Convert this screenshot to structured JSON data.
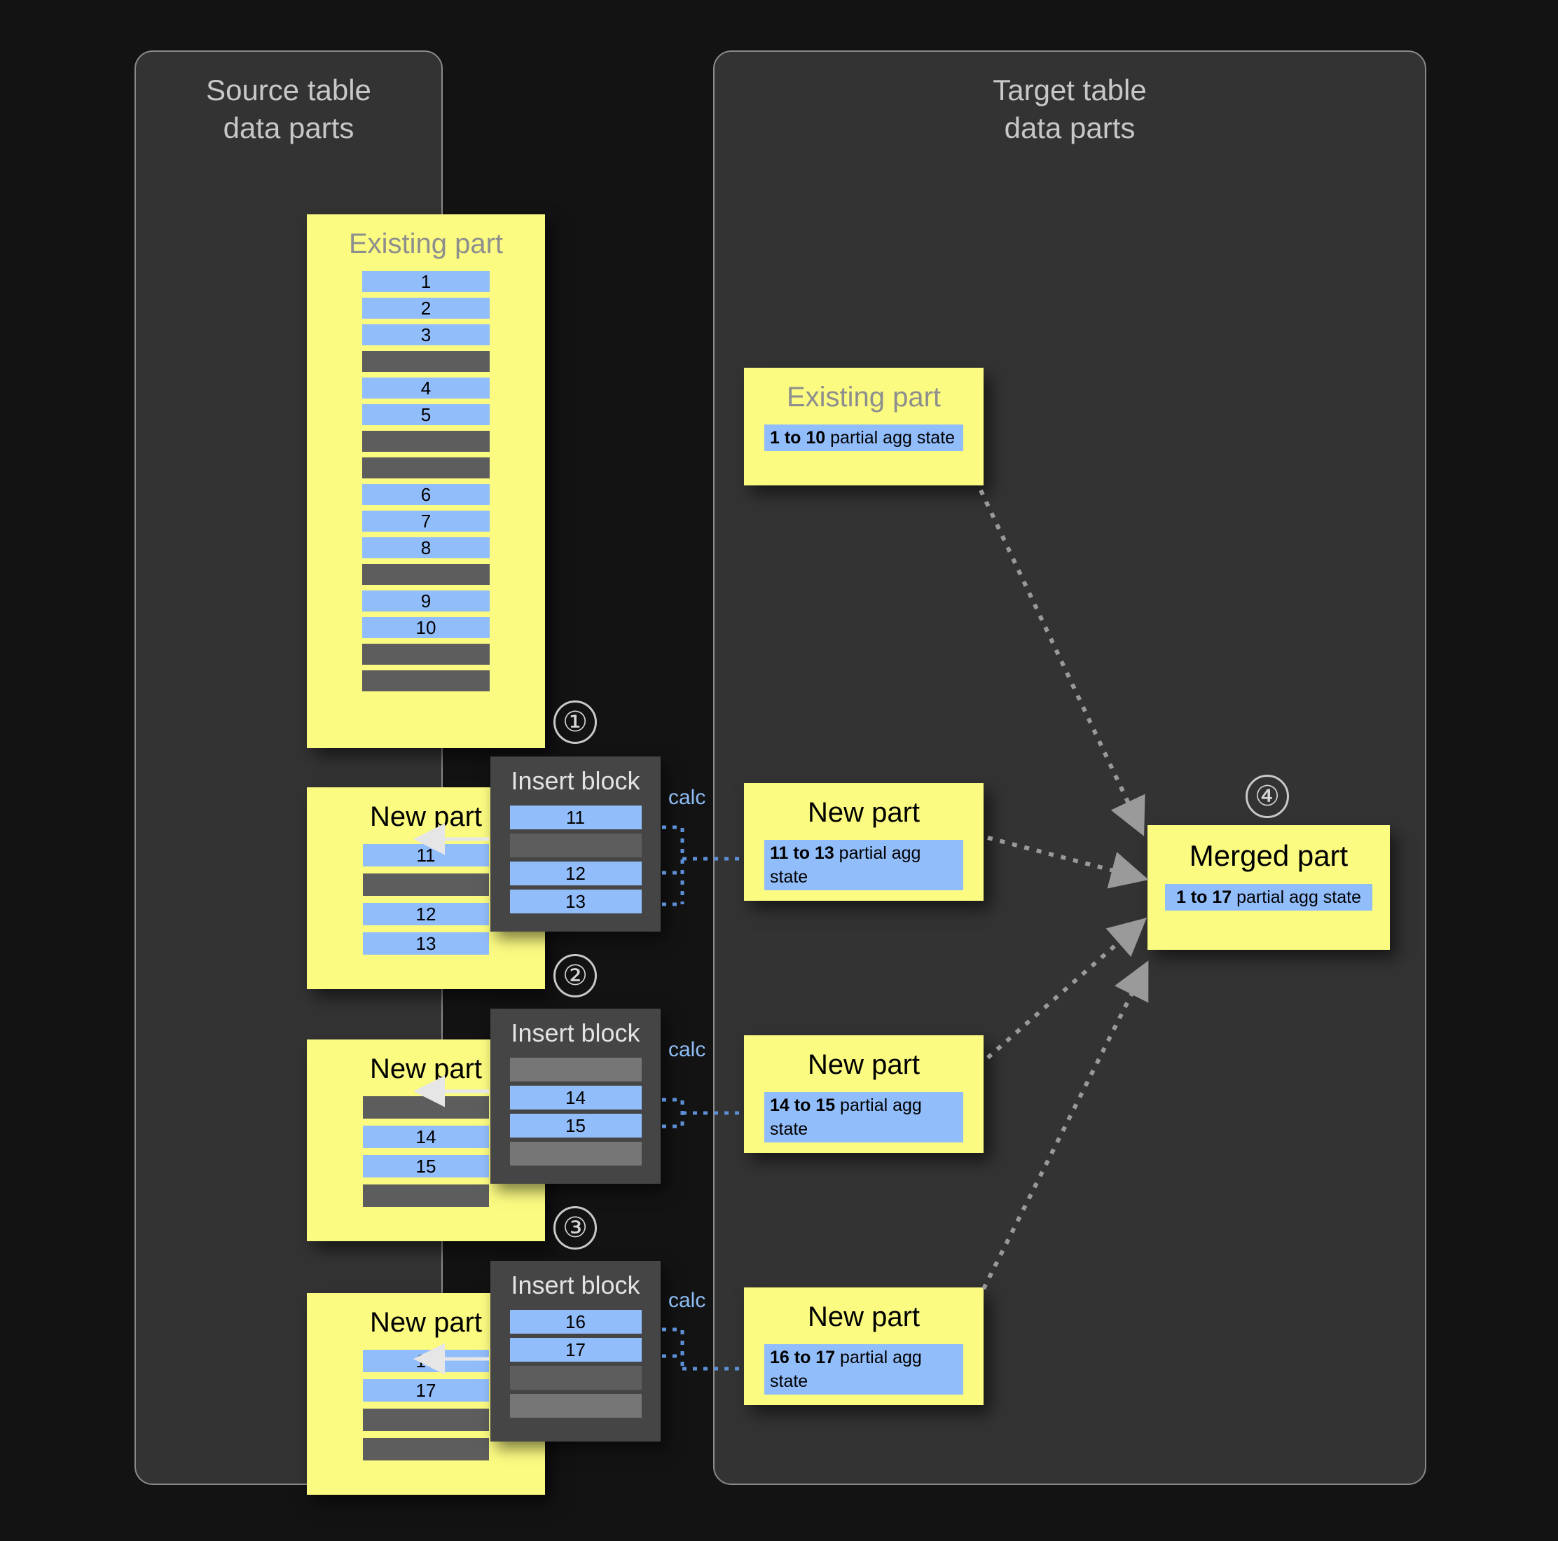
{
  "source_panel": {
    "title": "Source table\ndata parts",
    "existing_part": {
      "label": "Existing part",
      "rows": [
        "1",
        "2",
        "3",
        "",
        "4",
        "5",
        "",
        "",
        "6",
        "7",
        "8",
        "",
        "9",
        "10",
        "",
        ""
      ],
      "row_kinds": [
        "blue",
        "blue",
        "blue",
        "gray",
        "blue",
        "blue",
        "gray",
        "gray",
        "blue",
        "blue",
        "blue",
        "gray",
        "blue",
        "blue",
        "gray",
        "gray"
      ]
    },
    "new_parts": [
      {
        "label": "New part",
        "rows": [
          "11",
          "",
          "12",
          "13"
        ],
        "row_kinds": [
          "blue",
          "gray",
          "blue",
          "blue"
        ]
      },
      {
        "label": "New part",
        "rows": [
          "",
          "14",
          "15",
          ""
        ],
        "row_kinds": [
          "gray",
          "blue",
          "blue",
          "gray"
        ]
      },
      {
        "label": "New part",
        "rows": [
          "16",
          "17",
          "",
          ""
        ],
        "row_kinds": [
          "blue",
          "blue",
          "gray",
          "gray"
        ]
      }
    ]
  },
  "insert_blocks": [
    {
      "step": "①",
      "label": "Insert block",
      "calc": "calc",
      "rows": [
        "11",
        "",
        "12",
        "13"
      ],
      "row_kinds": [
        "blue",
        "gray",
        "blue",
        "blue"
      ]
    },
    {
      "step": "②",
      "label": "Insert block",
      "calc": "calc",
      "rows": [
        "",
        "14",
        "15",
        ""
      ],
      "row_kinds": [
        "graylt",
        "blue",
        "blue",
        "graylt"
      ]
    },
    {
      "step": "③",
      "label": "Insert block",
      "calc": "calc",
      "rows": [
        "16",
        "17",
        "",
        ""
      ],
      "row_kinds": [
        "blue",
        "blue",
        "gray",
        "graylt"
      ]
    }
  ],
  "target_panel": {
    "title": "Target table\ndata parts",
    "existing_part": {
      "label": "Existing part",
      "state_range": "1 to 10",
      "state_suffix": " partial agg state"
    },
    "new_parts": [
      {
        "label": "New part",
        "state_range": "11 to 13",
        "state_suffix": " partial agg state"
      },
      {
        "label": "New part",
        "state_range": "14 to 15",
        "state_suffix": " partial agg state"
      },
      {
        "label": "New part",
        "state_range": "16 to 17",
        "state_suffix": " partial agg state"
      }
    ],
    "merged_part": {
      "step": "④",
      "label": "Merged part",
      "state_range": "1 to 17",
      "state_suffix": " partial agg state"
    }
  },
  "colors": {
    "background": "#131313",
    "panel": "#333333",
    "panel_border": "#8a8a8a",
    "yellow": "#fbfb82",
    "blue_row": "#92bdfb",
    "gray_row": "#5d5d5d",
    "gray_row_light": "#767676",
    "insert_block": "#454545",
    "accent_calc": "#8fbdf5",
    "arrow": "#9a9a9a",
    "solid_arrow": "#e6e6e6"
  }
}
